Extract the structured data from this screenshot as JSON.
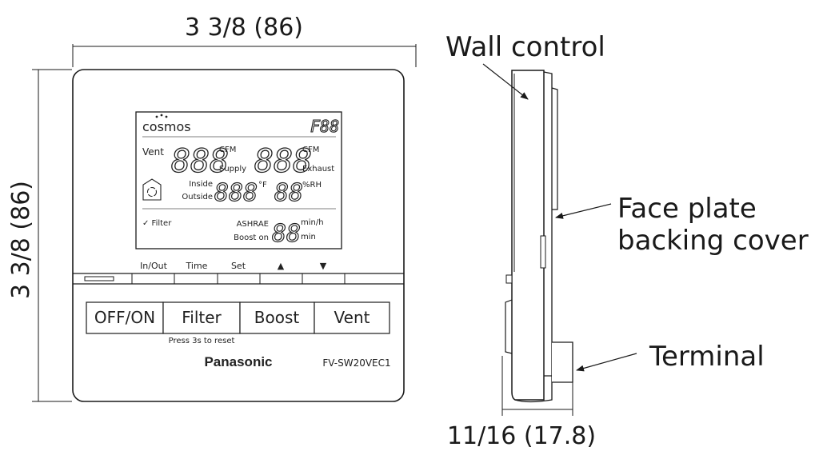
{
  "front_view": {
    "width_dim": "3 3/8 (86)",
    "height_dim": "3 3/8 (86)",
    "lcd": {
      "logo": "cosmos",
      "code": "F88",
      "vent_label": "Vent",
      "supply_digits": "888",
      "supply_unit": "CFM",
      "supply_label": "Supply",
      "exhaust_digits": "888",
      "exhaust_unit": "CFM",
      "exhaust_label": "Exhaust",
      "inside_label": "Inside",
      "outside_label": "Outside",
      "temp_digits": "888",
      "temp_unit": "°F",
      "rh_digits": "88",
      "rh_unit": "%RH",
      "filter_label": "✓ Filter",
      "ashrae_label": "ASHRAE",
      "boost_on_label": "Boost on",
      "timer_digits": "88",
      "minh_unit": "min/h",
      "min_unit": "min"
    },
    "key_labels": [
      "In/Out",
      "Time",
      "Set",
      "▲",
      "▼"
    ],
    "buttons": [
      "OFF/ON",
      "Filter",
      "Boost",
      "Vent"
    ],
    "reset_hint": "Press 3s to reset",
    "brand": "Panasonic",
    "model": "FV-SW20VEC1"
  },
  "side_view": {
    "wall_control_label": "Wall control",
    "face_plate_line1": "Face plate",
    "face_plate_line2": "backing cover",
    "terminal_label": "Terminal",
    "depth_dim": "11/16 (17.8)"
  }
}
